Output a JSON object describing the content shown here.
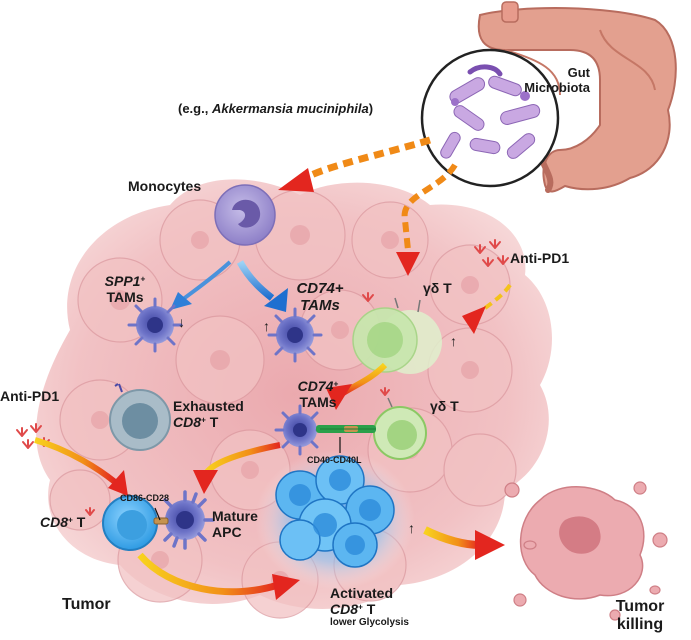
{
  "microbiota": {
    "line1": "Gut",
    "line2": "Microbiota",
    "line3_prefix": "(e.g., ",
    "line3_species": "Akkermansia muciniphila",
    "line3_suffix": ")"
  },
  "monocytes": "Monocytes",
  "anti_pd1_top": "Anti-PD1",
  "anti_pd1_left": "Anti-PD1",
  "spp1_tams": {
    "gene": "SPP1",
    "sup": "+",
    "cell": "TAMs"
  },
  "cd74_tams_top": {
    "line1": "CD74+",
    "line2": "TAMs"
  },
  "cd74_tams_mid": {
    "gene": "CD74",
    "sup": "+",
    "cell": "TAMs"
  },
  "gd_t_top": "γδ T",
  "gd_t_mid": "γδ T",
  "exhausted": {
    "line1": "Exhausted",
    "gene": "CD8",
    "sup": "+",
    "suffix": " T"
  },
  "cd40": "CD40-CD40L",
  "cd86": "CD86-CD28",
  "cd8_t": {
    "gene": "CD8",
    "sup": "+",
    "suffix": " T"
  },
  "mature_apc": {
    "line1": "Mature",
    "line2": "APC"
  },
  "tumor": "Tumor",
  "activated": {
    "line1": "Activated",
    "gene": "CD8",
    "sup": "+",
    "suffix": " T",
    "line3": "lower Glycolysis"
  },
  "tumor_killing": {
    "line1": "Tumor",
    "line2": "killing"
  },
  "up_arrow": "↑",
  "down_arrow": "↓",
  "colors": {
    "tumor_pink": "#e8a9ad",
    "gut_pink": "#d98b7e",
    "tam_purple": "#6f74c4",
    "monocyte_purple": "#a092d0",
    "gd_green": "#b9df9a",
    "cd8_blue": "#4fb2ea",
    "exhausted_grey": "#a9bcc8",
    "arrow_red": "#e0251f",
    "arrow_orange": "#f28a17",
    "arrow_yellow": "#f4c21b",
    "arrow_blue": "#2f7fd8"
  }
}
